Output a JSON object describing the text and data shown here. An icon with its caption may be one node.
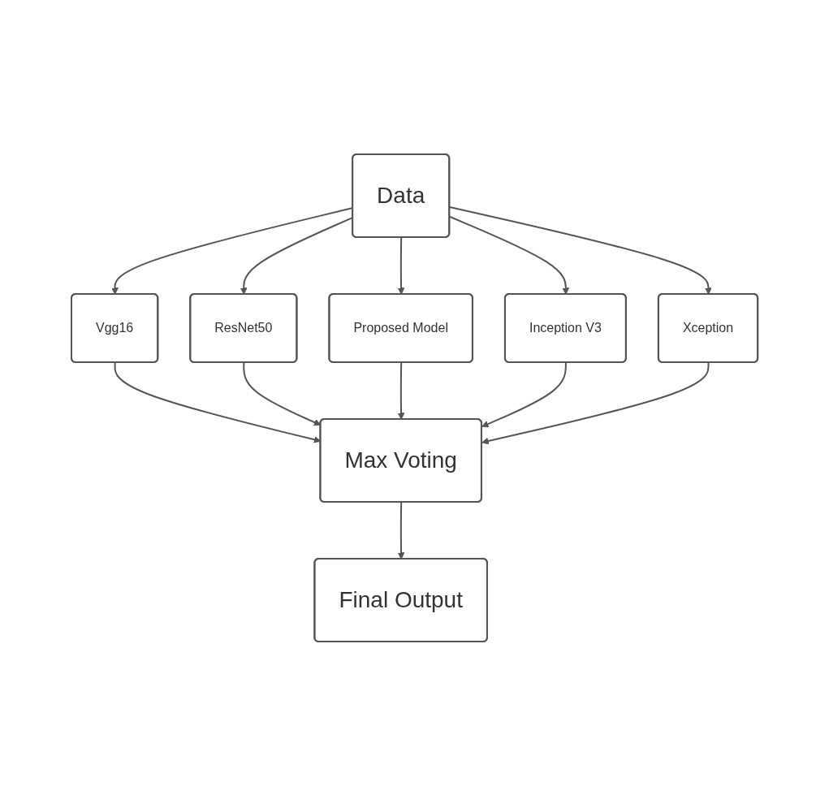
{
  "diagram": {
    "nodes": [
      {
        "text": [
          "Data"
        ]
      },
      {
        "text": [
          "Vgg16"
        ]
      },
      {
        "text": [
          "ResNet50"
        ]
      },
      {
        "text": [
          "Proposed Model"
        ]
      },
      {
        "text": [
          "Inception V3"
        ]
      },
      {
        "text": [
          "Xception"
        ]
      },
      {
        "text": [
          "Max Voting"
        ]
      },
      {
        "text": [
          "Final Output"
        ]
      }
    ],
    "edges": [
      {
        "from": 0,
        "to": 1,
        "arrow": "to"
      },
      {
        "from": 0,
        "to": 2,
        "arrow": "to"
      },
      {
        "from": 0,
        "to": 3,
        "arrow": "to"
      },
      {
        "from": 0,
        "to": 4,
        "arrow": "to"
      },
      {
        "from": 0,
        "to": 5,
        "arrow": "to"
      },
      {
        "from": 1,
        "to": 6,
        "arrow": "to"
      },
      {
        "from": 2,
        "to": 6,
        "arrow": "to"
      },
      {
        "from": 3,
        "to": 6,
        "arrow": "to"
      },
      {
        "from": 4,
        "to": 6,
        "arrow": "to"
      },
      {
        "from": 5,
        "to": 6,
        "arrow": "to"
      },
      {
        "from": 6,
        "to": 7,
        "arrow": "to"
      }
    ]
  }
}
